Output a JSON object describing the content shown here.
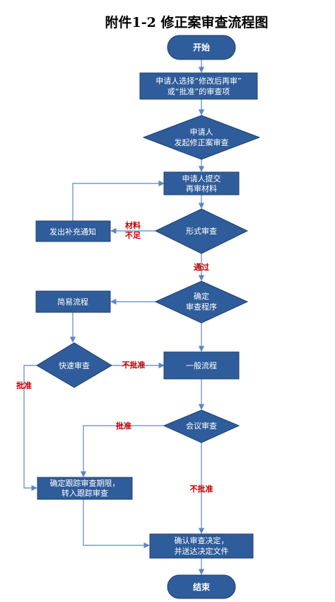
{
  "title": "附件1-2  修正案审查流程图",
  "nodes": {
    "start": "开始",
    "select_lines": [
      "申请人选择“修改后再审”",
      "或“批准”的审查项"
    ],
    "initiate_lines": [
      "申请人",
      "发起修正案审查"
    ],
    "submit_lines": [
      "申请人提交",
      "再审材料"
    ],
    "formal": "形式审查",
    "notice": "发出补充通知",
    "determine_lines": [
      "确定",
      "审查程序"
    ],
    "simple": "简易流程",
    "fast": "快速审查",
    "general": "一般流程",
    "meeting": "会议审查",
    "track_lines": [
      "确定跟踪审查期限，",
      "转入跟踪审查"
    ],
    "confirm_lines": [
      "确认审查决定，",
      "并送达决定文件"
    ],
    "end": "结束"
  },
  "labels": {
    "insufficient_lines": [
      "材料",
      "不足"
    ],
    "pass": "通过",
    "not_approved_fast": "不批准",
    "approved_fast": "批准",
    "approved_meeting": "批准",
    "not_approved_meeting": "不批准"
  },
  "colors": {
    "node_fill": "#2f5c9a",
    "edge": "#5b86c4",
    "label": "#c00000"
  }
}
